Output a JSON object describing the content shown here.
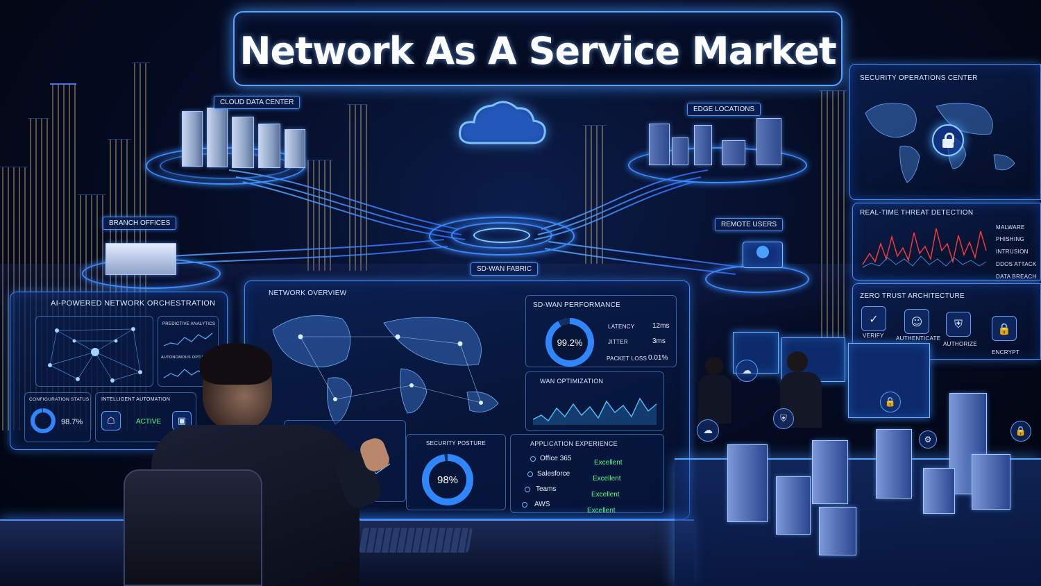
{
  "title": "Network As A Service Market",
  "nodes": {
    "cloud_data_center": "CLOUD DATA CENTER",
    "edge_locations": "EDGE LOCATIONS",
    "branch_offices": "BRANCH OFFICES",
    "remote_users": "REMOTE USERS",
    "sd_wan_fabric": "SD-WAN FABRIC"
  },
  "soc": {
    "title": "SECURITY OPERATIONS CENTER"
  },
  "threat": {
    "title": "REAL-TIME THREAT DETECTION",
    "items": [
      "MALWARE",
      "PHISHING",
      "INTRUSION",
      "DDoS ATTACK",
      "DATA BREACH"
    ]
  },
  "zero_trust": {
    "title": "ZERO TRUST ARCHITECTURE",
    "steps": [
      "VERIFY",
      "AUTHENTICATE",
      "AUTHORIZE",
      "ENCRYPT"
    ]
  },
  "ai": {
    "title": "AI-POWERED NETWORK ORCHESTRATION",
    "predictive": "PREDICTIVE ANALYTICS",
    "autonomous": "AUTONOMOUS OPTIMIZATION",
    "config_title": "CONFIGURATION STATUS",
    "config_value": "98.7%",
    "automation_title": "INTELLIGENT AUTOMATION",
    "automation_status": "ACTIVE"
  },
  "overview": {
    "title": "NETWORK OVERVIEW"
  },
  "sdwan": {
    "title": "SD-WAN PERFORMANCE",
    "uptime": "99.2%",
    "metrics": [
      {
        "label": "LATENCY",
        "value": "12ms"
      },
      {
        "label": "JITTER",
        "value": "3ms"
      },
      {
        "label": "PACKET LOSS",
        "value": "0.01%"
      }
    ]
  },
  "wan": {
    "title": "WAN OPTIMIZATION"
  },
  "security": {
    "title": "SECURITY POSTURE",
    "score": "98%"
  },
  "app": {
    "title": "APPLICATION EXPERIENCE",
    "rows": [
      {
        "name": "Office 365",
        "status": "Excellent"
      },
      {
        "name": "Salesforce",
        "status": "Excellent"
      },
      {
        "name": "Teams",
        "status": "Excellent"
      },
      {
        "name": "AWS",
        "status": "Excellent"
      }
    ]
  },
  "colors": {
    "accent": "#3f8cff",
    "threat_red": "#ff3b3b",
    "status_green": "#4dff8a"
  },
  "levels": {
    "sdwan_gauge": 0.92,
    "security_gauge": 0.98,
    "config_gauge": 0.987
  }
}
